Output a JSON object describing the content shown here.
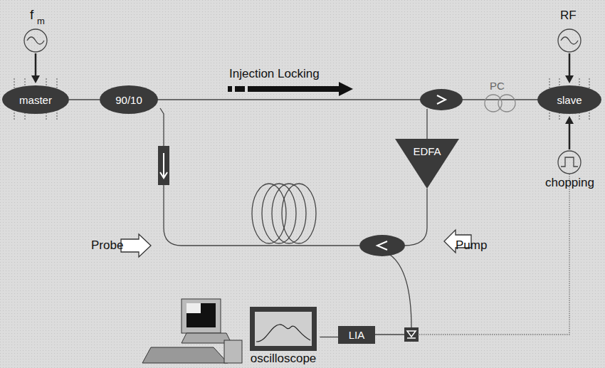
{
  "diagram": {
    "nodes": [
      {
        "text": [
          "master"
        ]
      },
      {
        "text": [
          "90/10"
        ]
      },
      {
        "text": [
          "slave"
        ]
      },
      {
        "text": [
          "EDFA"
        ]
      },
      {
        "text": [
          "oscilloscope"
        ]
      },
      {
        "text": [
          "LIA"
        ]
      }
    ],
    "edges": [
      {
        "from": 0,
        "to": 1,
        "arrow": "none"
      },
      {
        "from": 4,
        "to": 5,
        "arrow": "none"
      }
    ],
    "labels": [
      "f",
      "m",
      "RF",
      "Injection Locking",
      "PC",
      "chopping",
      "Probe",
      "Pump"
    ]
  }
}
